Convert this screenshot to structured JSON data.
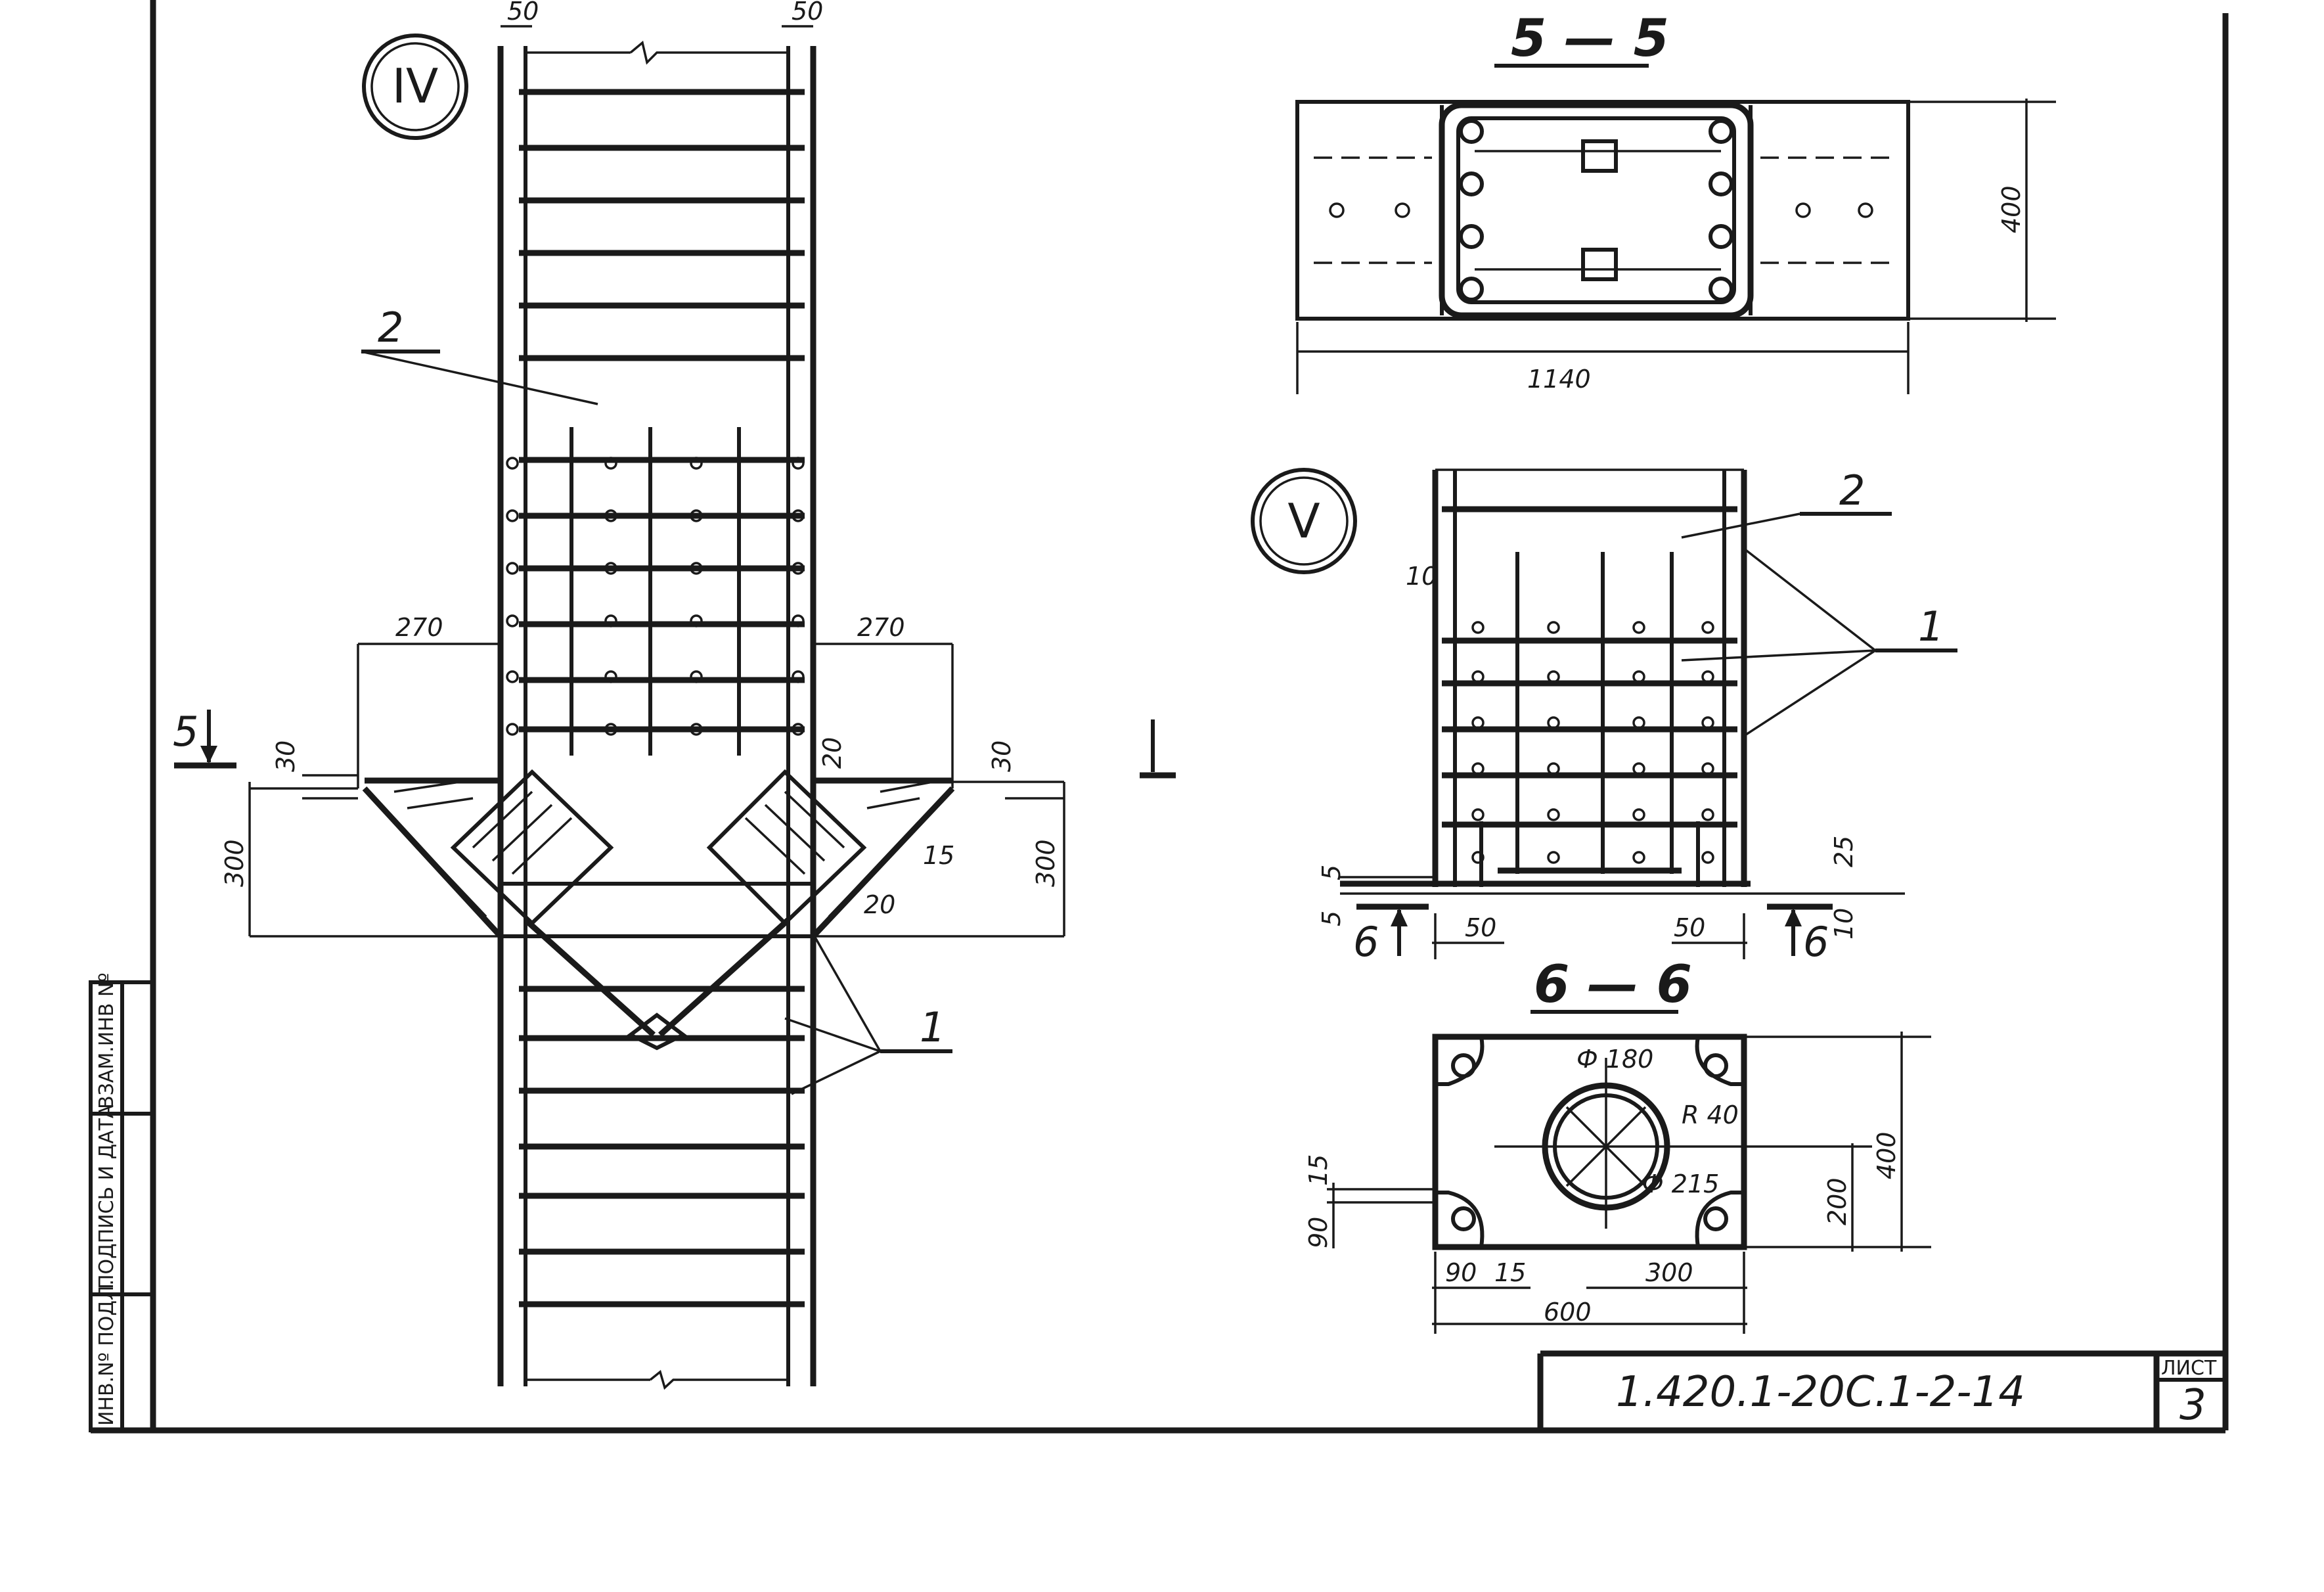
{
  "sheet": {
    "doc_code": "1.420.1-20С.1-2-14",
    "sheet_label": "ЛИСТ",
    "sheet_number": "3",
    "side_fields": [
      "ИНВ.Nº ПОДЛ.",
      "ПОДПИСЬ И ДАТА",
      "ВЗАМ.ИНВ Nº"
    ]
  },
  "view_iv": {
    "label": "IV",
    "dims": {
      "top_left": "50",
      "top_right": "50",
      "left_270": "270",
      "right_270": "270",
      "left_30": "30",
      "left_300": "300",
      "right_30": "30",
      "right_300": "300",
      "gap_20_top": "20",
      "gap_15": "15",
      "gap_20": "20"
    },
    "marks": {
      "m2": "2",
      "m1": "1"
    },
    "section_mark": "5"
  },
  "section_5_5": {
    "title": "5 — 5",
    "dims": {
      "width": "1140",
      "height": "400"
    }
  },
  "view_v": {
    "label": "V",
    "dims": {
      "d10_top": "10",
      "d5a": "5",
      "d5b": "5",
      "d50l": "50",
      "d50r": "50",
      "d25": "25",
      "d10b": "10"
    },
    "marks": {
      "m2": "2",
      "m1": "1"
    },
    "section_left": "6",
    "section_right": "6"
  },
  "section_6_6": {
    "title": "6 — 6",
    "dims": {
      "phi180": "Ф 180",
      "r40": "R 40",
      "phi215": "Ф 215",
      "h400": "400",
      "h200": "200",
      "v15": "15",
      "v90": "90",
      "w90": "90",
      "w15": "15",
      "w300": "300",
      "w600": "600"
    }
  }
}
